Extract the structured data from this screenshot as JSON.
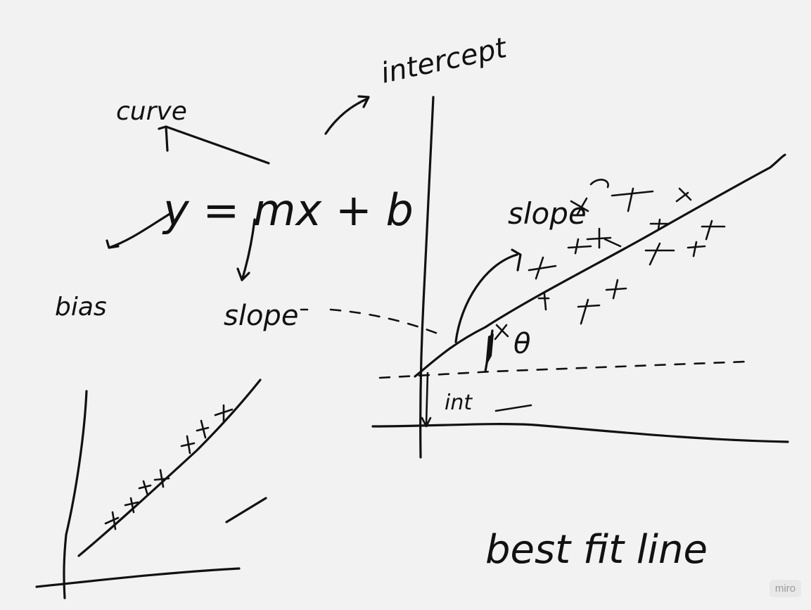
{
  "board": {
    "labels": {
      "equation": "y = mx + b",
      "intercept": "intercept",
      "curve": "curve",
      "bias": "bias",
      "slope_left": "slope",
      "slope_right": "slope",
      "theta": "θ",
      "intercept_abbrev": "int",
      "best_fit": "best fit line"
    },
    "watermark": "miro"
  }
}
